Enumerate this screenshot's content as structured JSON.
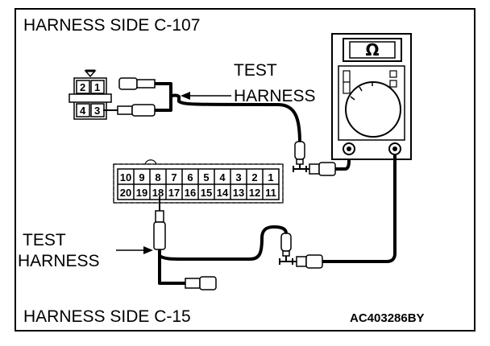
{
  "labels": {
    "top_title": "HARNESS SIDE C-107",
    "test_harness_top_line1": "TEST",
    "test_harness_top_line2": "HARNESS",
    "test_harness_left_line1": "TEST",
    "test_harness_left_line2": "HARNESS",
    "bottom_title": "HARNESS SIDE C-15",
    "figure_code": "AC403286BY"
  },
  "meter": {
    "unit_symbol": "Ω"
  },
  "connector_c107": {
    "pins": [
      "2",
      "1",
      "4",
      "3"
    ]
  },
  "connector_c15": {
    "top_row": [
      "10",
      "9",
      "8",
      "7",
      "6",
      "5",
      "4",
      "3",
      "2",
      "1"
    ],
    "bottom_row": [
      "20",
      "19",
      "18",
      "17",
      "16",
      "15",
      "14",
      "13",
      "12",
      "11"
    ]
  }
}
